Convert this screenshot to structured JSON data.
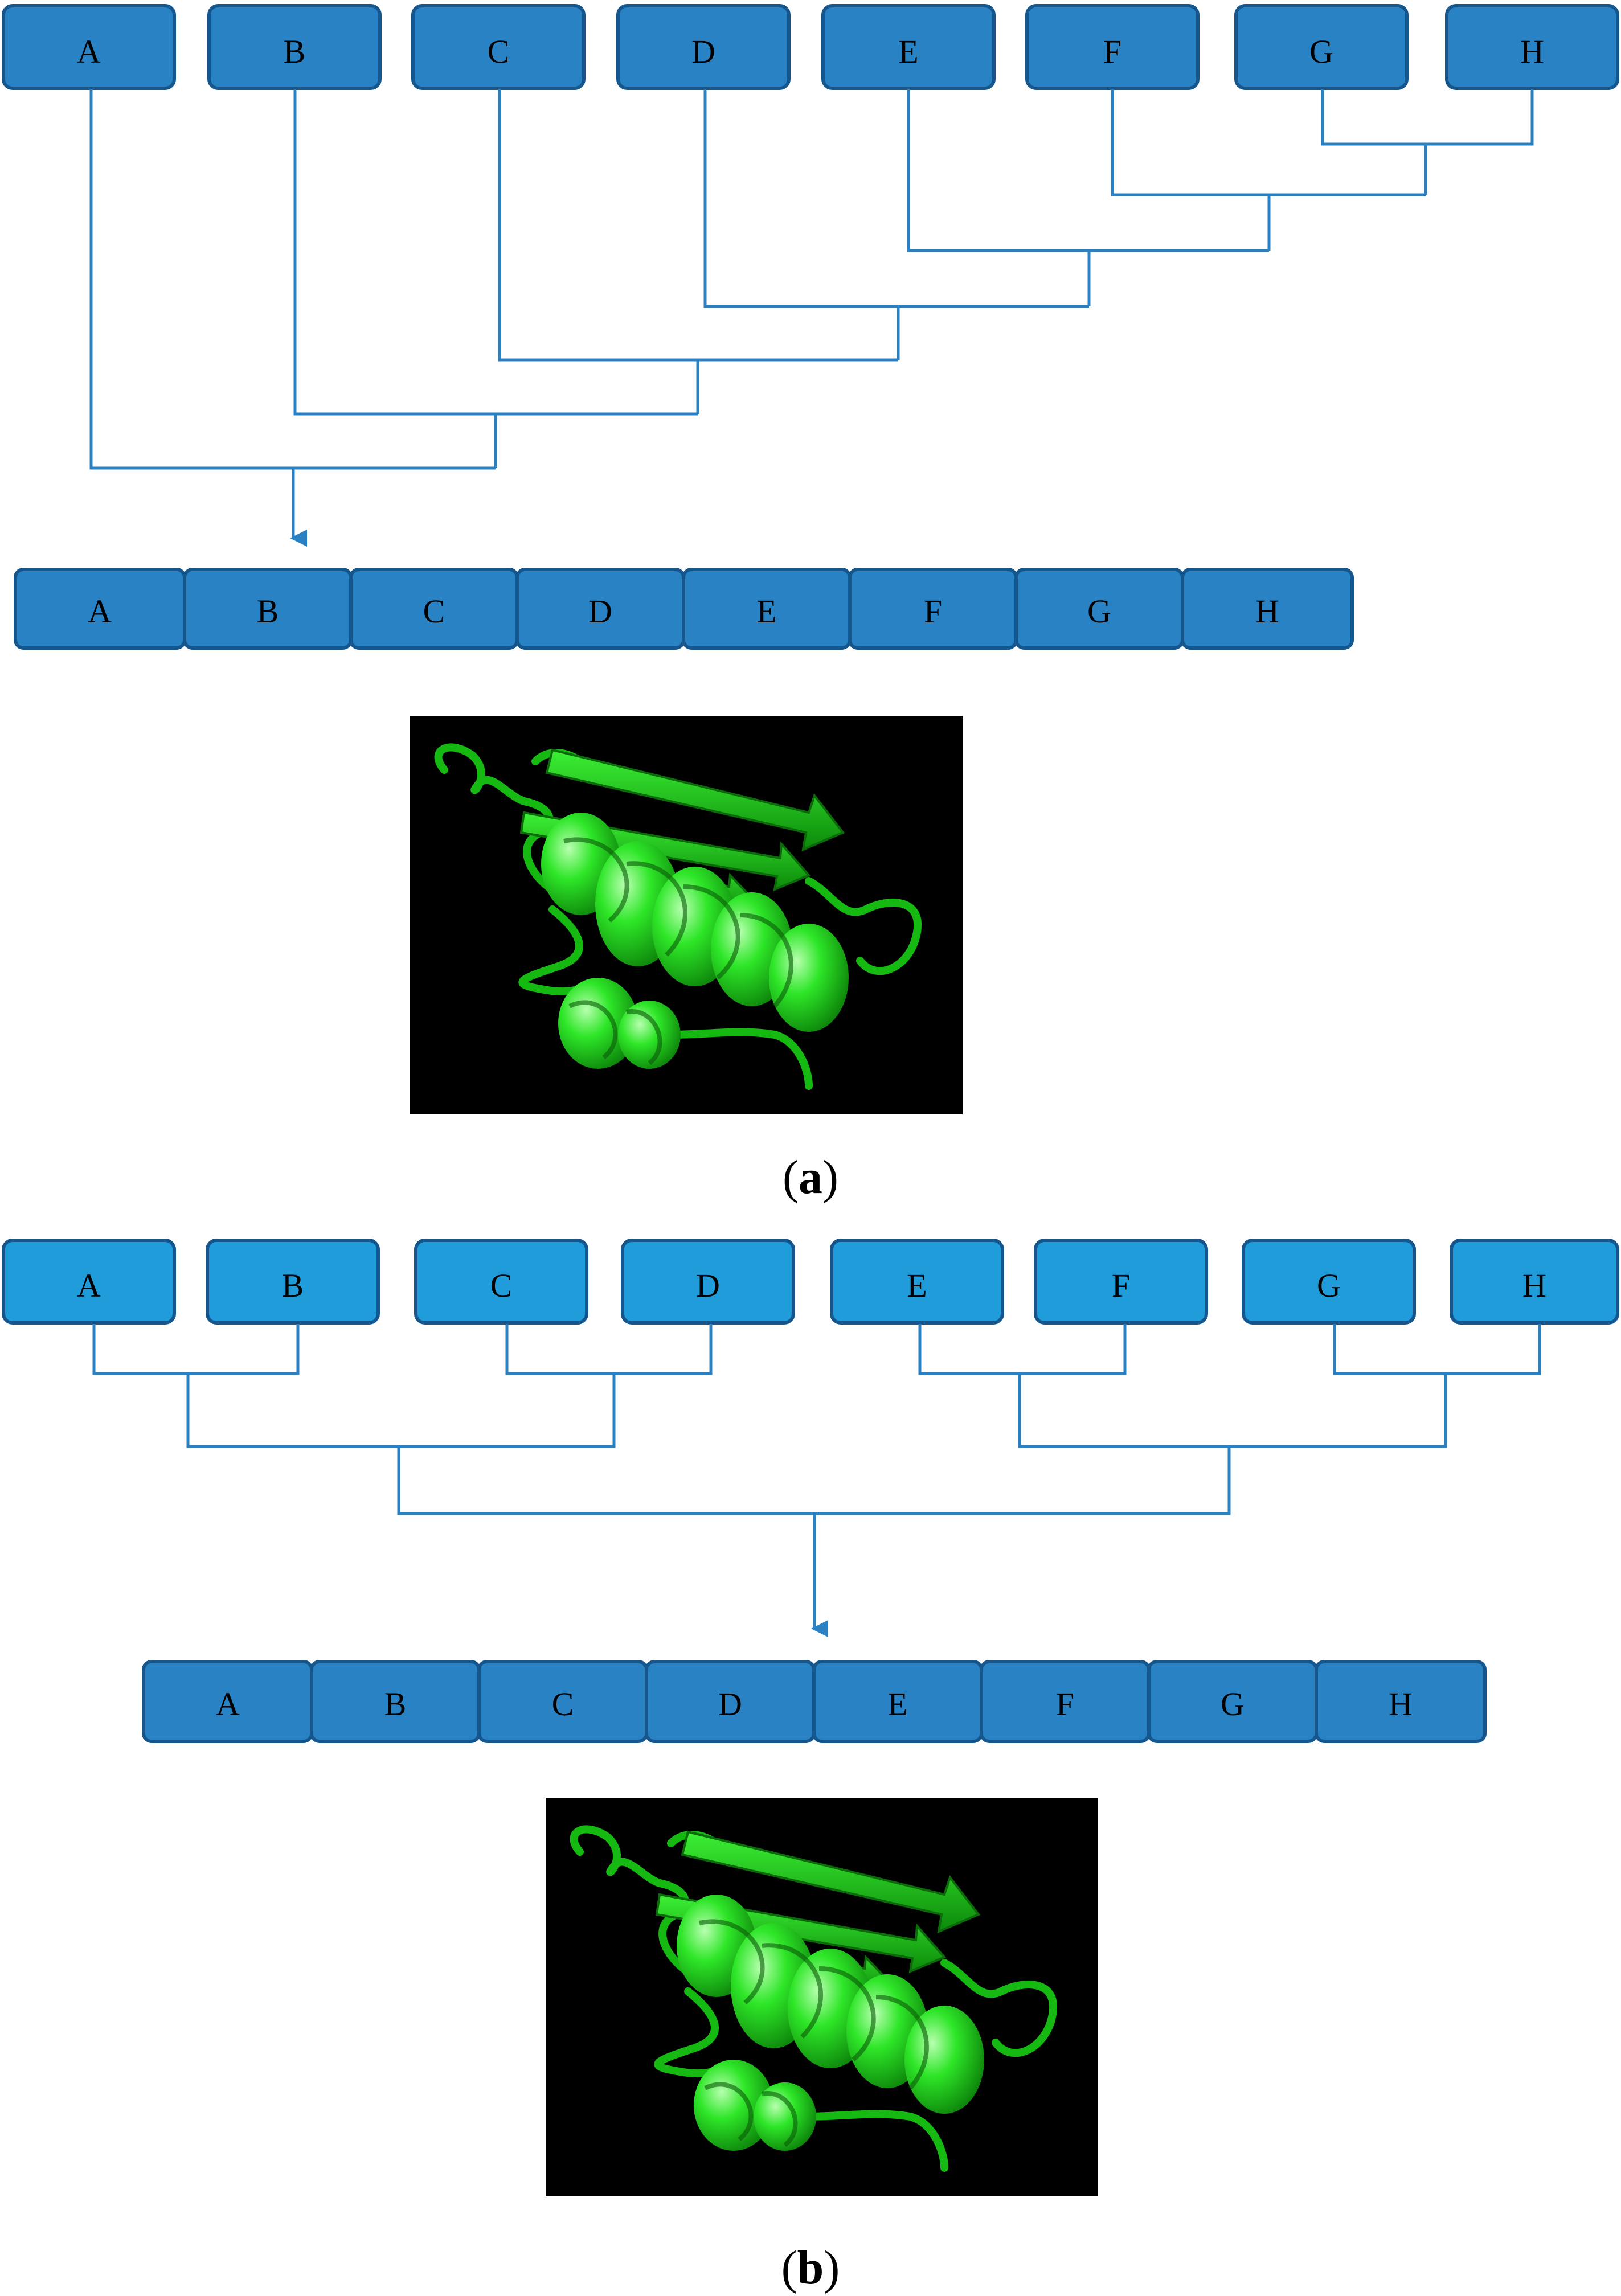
{
  "colors": {
    "box_dark": "#2882c4",
    "box_light": "#1f9cd9",
    "box_border": "#15578c",
    "line": "#2980c2",
    "panel_bg": "#000000",
    "protein": "#22d61e",
    "protein_dark": "#0d7a0a"
  },
  "panel_a": {
    "top_labels": [
      "A",
      "B",
      "C",
      "D",
      "E",
      "F",
      "G",
      "H"
    ],
    "bottom_labels": [
      "A",
      "B",
      "C",
      "D",
      "E",
      "F",
      "G",
      "H"
    ],
    "merge_order": "sequential-right-to-left",
    "caption_open": "(",
    "caption_letter": "a",
    "caption_close": ")"
  },
  "panel_b": {
    "top_labels": [
      "A",
      "B",
      "C",
      "D",
      "E",
      "F",
      "G",
      "H"
    ],
    "bottom_labels": [
      "A",
      "B",
      "C",
      "D",
      "E",
      "F",
      "G",
      "H"
    ],
    "merge_order": "balanced-pairwise",
    "caption_open": "(",
    "caption_letter": "b",
    "caption_close": ")"
  },
  "icons": {
    "protein_structure": "protein-ribbon-image",
    "arrow": "arrow-down-icon"
  }
}
